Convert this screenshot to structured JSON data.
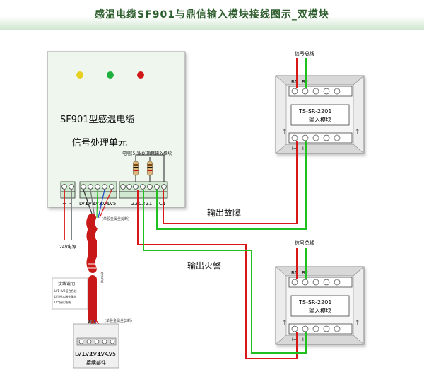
{
  "title": "感温电缆SF901与鼎信输入模块接线图示_双模块",
  "main_unit": {
    "name": "SF901型感温电缆",
    "subtitle": "信号处理单元",
    "note": "电阻(5.1kΩ)指目输入模块",
    "indicator_colors": [
      "#e8d020",
      "#20b040",
      "#d01818"
    ],
    "terminals_left": [
      "+",
      "-"
    ],
    "power_label": "24V电源",
    "terminals_lv": [
      "LV1",
      "LV2",
      "LV3",
      "LV4",
      "LV5"
    ],
    "terminals_right": [
      "Z2",
      "C2",
      "Z1",
      "C1"
    ]
  },
  "modules": [
    {
      "bus_label": "信号总线",
      "top_terminals": [
        "B1",
        "B2"
      ],
      "model": "TS-SR-2201",
      "type_label": "输入模块",
      "bottom_terminals": [
        "I+",
        "I-"
      ]
    },
    {
      "bus_label": "信号总线",
      "top_terminals": [
        "B1",
        "B2"
      ],
      "model": "TS-SR-2201",
      "type_label": "输入模块",
      "bottom_terminals": [
        "I+",
        "I-"
      ]
    }
  ],
  "signals": {
    "fault": "输出故障",
    "fire": "输出火警"
  },
  "cable": {
    "shield_top": "(单股金属丝剪断)",
    "shield_bottom": "(单股金属丝剪断)",
    "mid_label": "感温电缆"
  },
  "wiring_notes": {
    "title": "接线说明",
    "lines": [
      "LV1-LV2接合色线",
      "LV4接本端金属丝",
      "LV5接红色线"
    ]
  },
  "connector": {
    "terminals": [
      "LV1",
      "LV2",
      "LV3",
      "LV4",
      "LV5"
    ],
    "label": "接续部件"
  },
  "colors": {
    "red_wire": "#d81818",
    "green_wire": "#1fc01f",
    "title_text": "#2e5e2e"
  }
}
